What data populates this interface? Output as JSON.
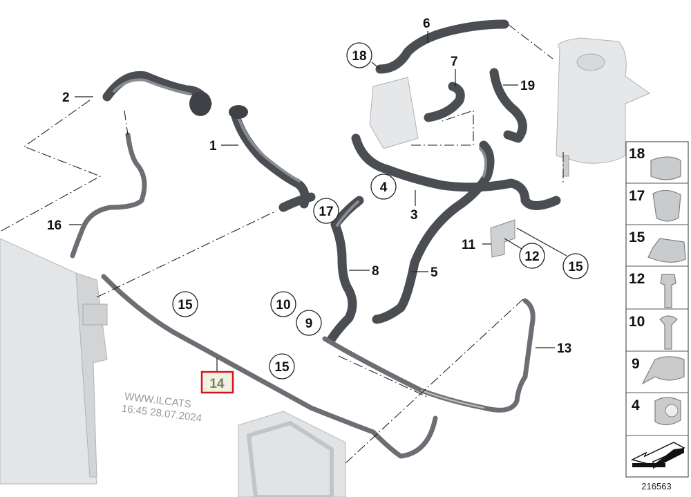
{
  "diagram": {
    "title": "Cooling system hoses",
    "diagram_number": "216563",
    "watermark": [
      "WWW.ILCATS",
      "16:45 28.07.2024"
    ],
    "highlighted_part": "14",
    "callouts_plain": [
      "2",
      "1",
      "16",
      "6",
      "7",
      "19",
      "3",
      "8",
      "5",
      "11",
      "13"
    ],
    "callouts_circled": [
      "18",
      "4",
      "17",
      "12",
      "15",
      "15",
      "10",
      "9",
      "15"
    ],
    "panel_items": [
      "18",
      "17",
      "15",
      "12",
      "10",
      "9",
      "4"
    ],
    "colors": {
      "highlight": "#d8141b",
      "hose": "#4a4d52",
      "part": "#c9cbcd"
    }
  }
}
